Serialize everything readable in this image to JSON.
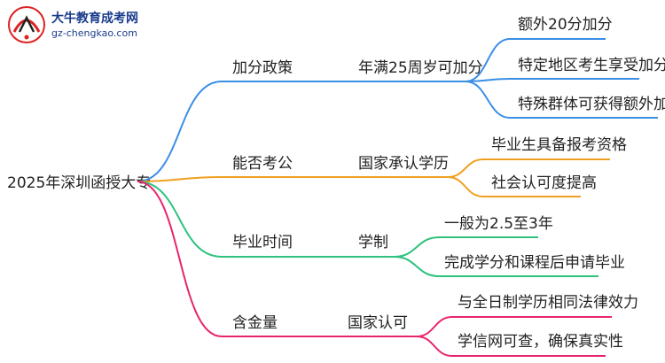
{
  "logo": {
    "site_name": "大牛教育成考网",
    "url": "gz-chengkao.com"
  },
  "mindmap": {
    "root": "2025年深圳函授大专",
    "branches": [
      {
        "label": "加分政策",
        "color": "#3a8ee6",
        "child": "年满25周岁可加分",
        "leaves": [
          "额外20分加分",
          "特定地区考生享受加分",
          "特殊群体可获得额外加分"
        ]
      },
      {
        "label": "能否考公",
        "color": "#f0a020",
        "child": "国家承认学历",
        "leaves": [
          "毕业生具备报考资格",
          "社会认可度提高"
        ]
      },
      {
        "label": "毕业时间",
        "color": "#2ec27e",
        "child": "学制",
        "leaves": [
          "一般为2.5至3年",
          "完成学分和课程后申请毕业"
        ]
      },
      {
        "label": "含金量",
        "color": "#e8246e",
        "child": "国家认可",
        "leaves": [
          "与全日制学历相同法律效力",
          "学信网可查，确保真实性"
        ]
      }
    ]
  }
}
